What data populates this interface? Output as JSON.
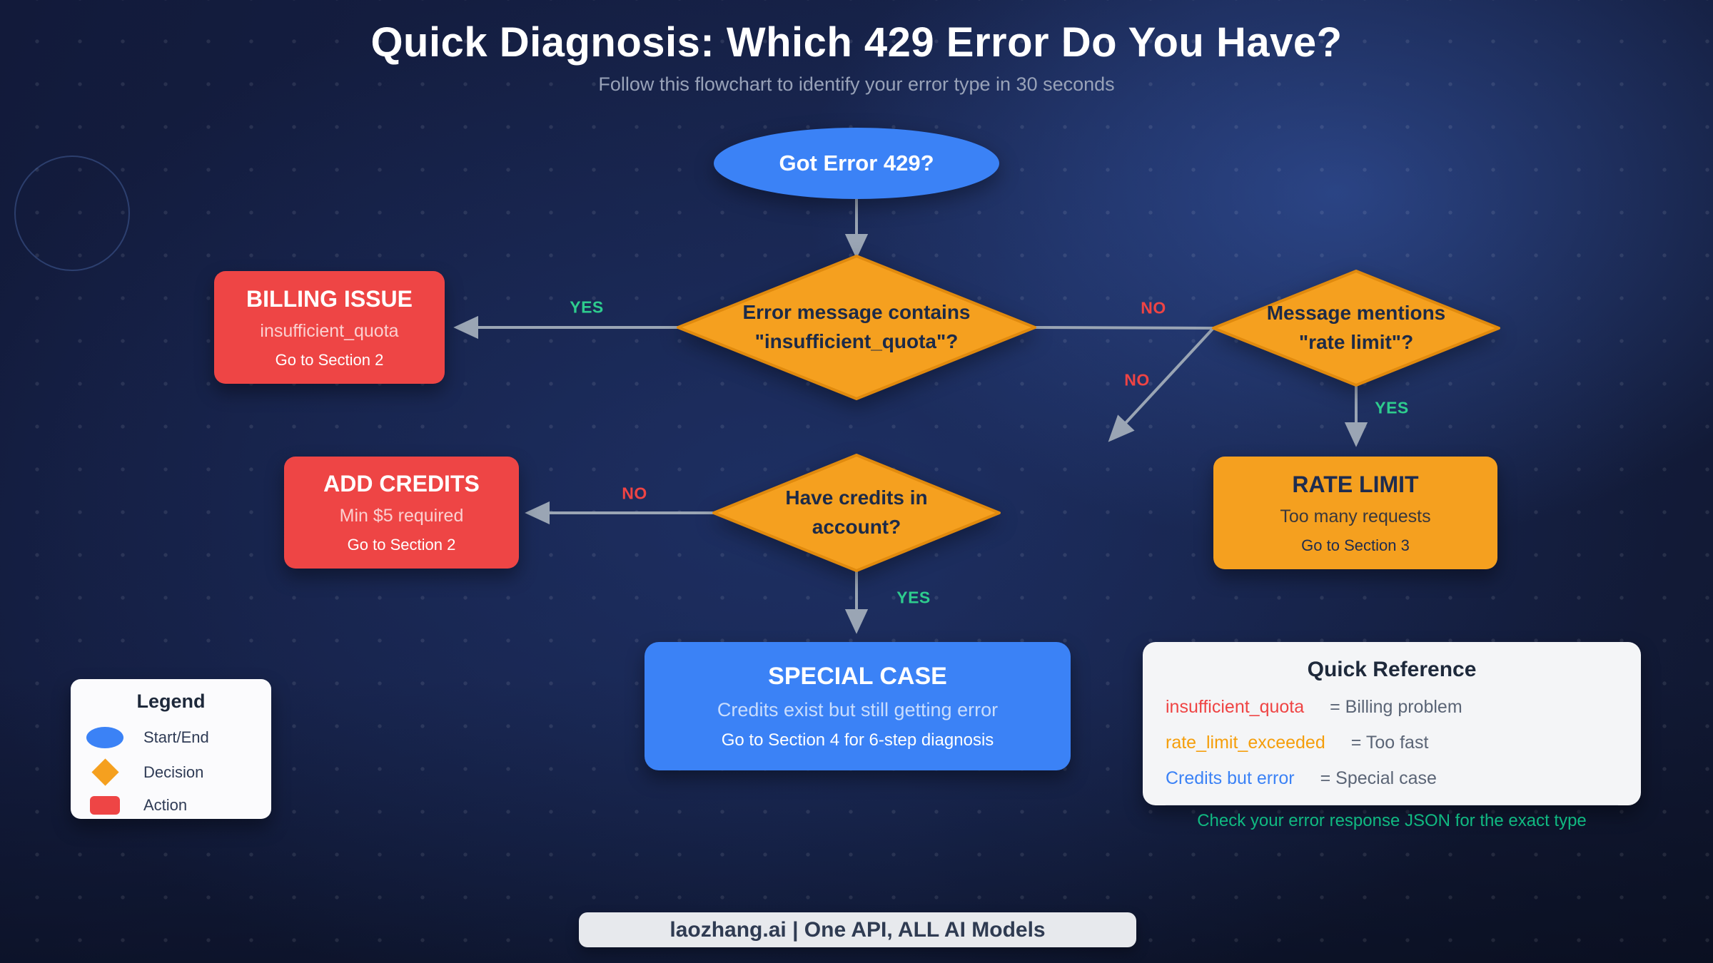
{
  "header": {
    "title": "Quick Diagnosis: Which 429 Error Do You Have?",
    "subtitle": "Follow this flowchart to identify your error type in 30 seconds"
  },
  "flow": {
    "start_label": "Got Error 429?",
    "decisions": [
      {
        "id": "quota-decision",
        "line1": "Error message contains",
        "line2": "\"insufficient_quota\"?"
      },
      {
        "id": "rate-limit-decision",
        "line1": "Message mentions",
        "line2": "\"rate limit\"?"
      },
      {
        "id": "credits-decision",
        "line1": "Have credits in",
        "line2": "account?"
      }
    ],
    "outcomes": [
      {
        "id": "billing-issue",
        "title": "BILLING ISSUE",
        "subtitle": "insufficient_quota",
        "action": "Go to Section 2",
        "color": "#ee4545"
      },
      {
        "id": "add-credits",
        "title": "ADD CREDITS",
        "subtitle": "Min $5 required",
        "action": "Go to Section 2",
        "color": "#ee4545"
      },
      {
        "id": "rate-limit",
        "title": "RATE LIMIT",
        "subtitle": "Too many requests",
        "action": "Go to Section 3",
        "color": "#f5a01f"
      },
      {
        "id": "special-case",
        "title": "SPECIAL CASE",
        "subtitle": "Credits exist but still getting error",
        "action": "Go to Section 4 for 6-step diagnosis",
        "color": "#3b82f6"
      }
    ],
    "edges": [
      {
        "from": "start",
        "to": "quota-decision",
        "label": ""
      },
      {
        "from": "quota-decision",
        "to": "billing-issue",
        "label": "YES"
      },
      {
        "from": "quota-decision",
        "to": "rate-limit-decision",
        "label": "NO"
      },
      {
        "from": "rate-limit-decision",
        "to": "credits-decision",
        "label": "NO"
      },
      {
        "from": "rate-limit-decision",
        "to": "rate-limit",
        "label": "YES"
      },
      {
        "from": "credits-decision",
        "to": "add-credits",
        "label": "NO"
      },
      {
        "from": "credits-decision",
        "to": "special-case",
        "label": "YES"
      }
    ]
  },
  "legend": {
    "title": "Legend",
    "items": [
      {
        "shape": "ellipse",
        "label": "Start/End"
      },
      {
        "shape": "diamond",
        "label": "Decision"
      },
      {
        "shape": "rect",
        "label": "Action"
      }
    ]
  },
  "quick_reference": {
    "title": "Quick Reference",
    "rows": [
      {
        "term": "insufficient_quota",
        "definition": "= Billing problem",
        "color": "#ef4444"
      },
      {
        "term": "rate_limit_exceeded",
        "definition": "= Too fast",
        "color": "#f59e0b"
      },
      {
        "term": "Credits but error",
        "definition": "= Special case",
        "color": "#3b82f6"
      }
    ],
    "note": "Check your error response JSON for the exact type"
  },
  "footer": {
    "text": "laozhang.ai | One API, ALL AI Models"
  },
  "colors": {
    "start_end_blue": "#3b82f6",
    "decision_orange": "#f5a01f",
    "decision_border": "#e08a0e",
    "action_red": "#ee4545",
    "yes_green": "#2ecc8e",
    "no_red": "#ef4444",
    "arrow_gray": "#9aa5b4",
    "background_navy": "#17234a"
  }
}
